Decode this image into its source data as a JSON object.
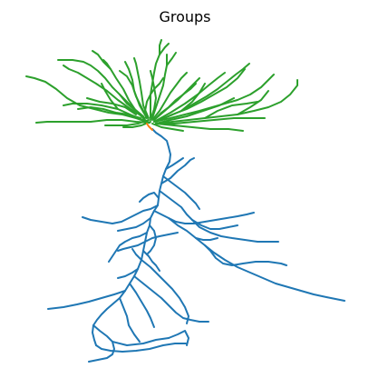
{
  "title": "Groups",
  "colors": {
    "axon": "#1f77b4",
    "soma": "#ff7f0e",
    "dendrite": "#2ca02c",
    "background": "#ffffff",
    "text": "#000000"
  },
  "groups": [
    {
      "name": "axon",
      "color_key": "axon"
    },
    {
      "name": "soma",
      "color_key": "soma"
    },
    {
      "name": "dendrite",
      "color_key": "dendrite"
    }
  ]
}
